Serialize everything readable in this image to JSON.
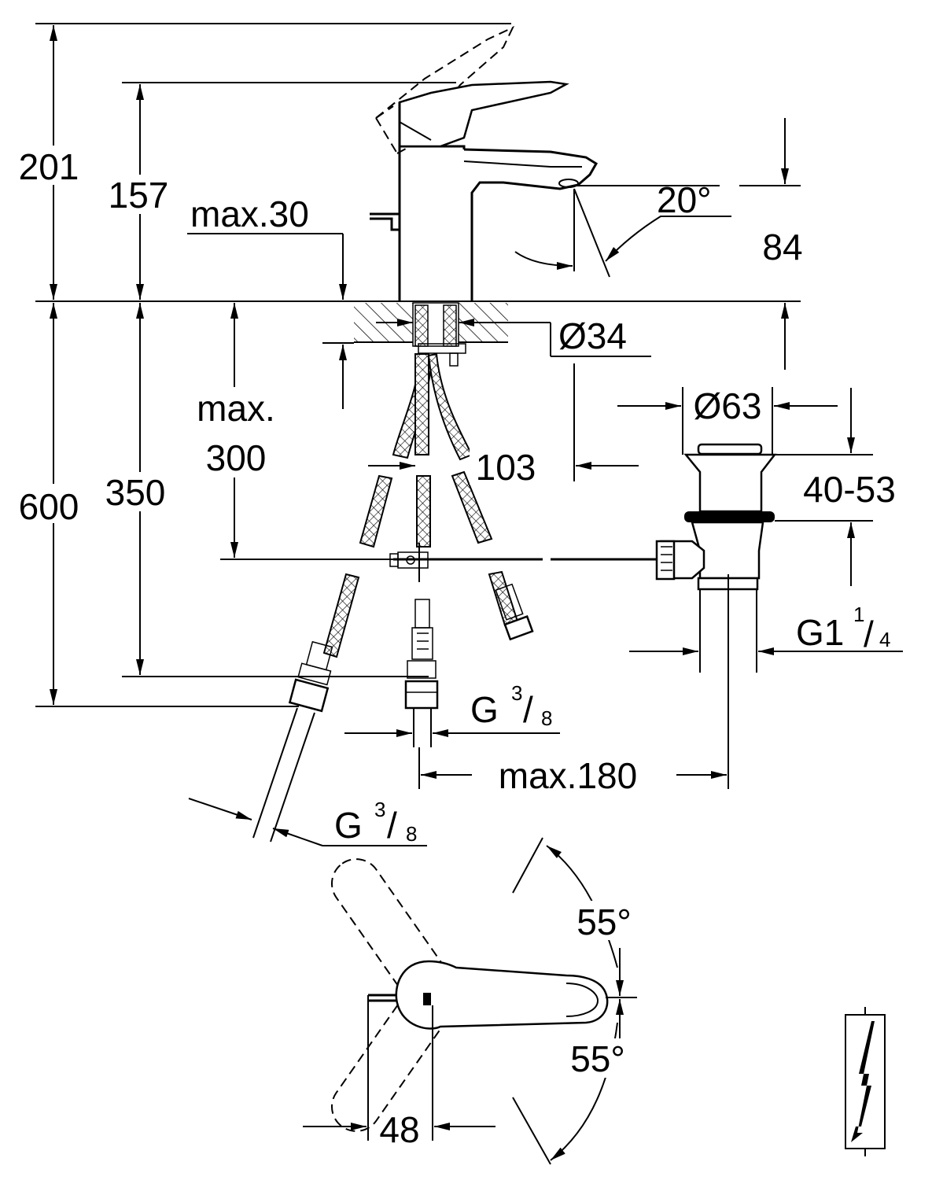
{
  "dimensions": {
    "height_total_top": "201",
    "height_spout_top": "157",
    "max_deck_thickness": "max.30",
    "spout_angle": "20°",
    "spout_height": "84",
    "hole_diameter": "Ø34",
    "max_thickness_lower_1": "max.",
    "max_thickness_lower_2": "300",
    "hose_spacing": "103",
    "pop_up_diameter": "Ø63",
    "waste_range": "40-53",
    "height_total_bottom": "600",
    "height_bottom_350": "350",
    "waste_thread_prefix": "G1",
    "waste_thread_num": "1",
    "waste_thread_den": "4",
    "connection_thread_1_prefix": "G",
    "connection_thread_1_num": "3",
    "connection_thread_1_den": "8",
    "max_reach": "max.180",
    "connection_thread_2_prefix": "G",
    "connection_thread_2_num": "3",
    "connection_thread_2_den": "8",
    "lever_angle_top": "55°",
    "lever_angle_bottom": "55°",
    "lever_offset": "48"
  },
  "symbols": {
    "electrical": "lightning-bolt-icon"
  },
  "colors": {
    "line": "#000000",
    "background": "#ffffff"
  }
}
